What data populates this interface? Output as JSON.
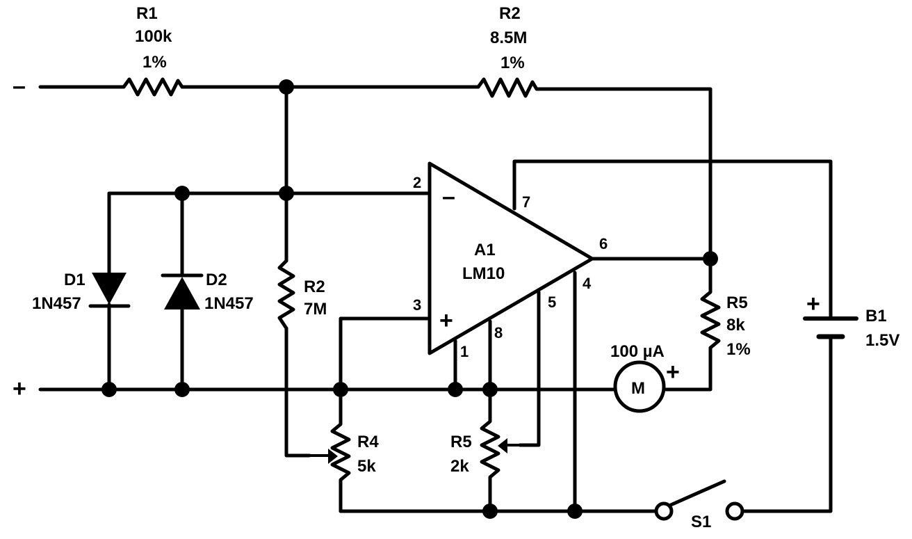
{
  "terminals": {
    "minus": "–",
    "plus": "+"
  },
  "r1": {
    "ref": "R1",
    "value": "100k",
    "tol": "1%"
  },
  "r2_top": {
    "ref": "R2",
    "value": "8.5M",
    "tol": "1%"
  },
  "r2_mid": {
    "ref": "R2",
    "value": "7M"
  },
  "d1": {
    "ref": "D1",
    "part": "1N457"
  },
  "d2": {
    "ref": "D2",
    "part": "1N457"
  },
  "a1": {
    "ref": "A1",
    "part": "LM10",
    "in_minus": "–",
    "in_plus": "+",
    "pin2": "2",
    "pin3": "3",
    "pin7": "7",
    "pin6": "6",
    "pin4": "4",
    "pin5": "5",
    "pin8": "8",
    "pin1": "1"
  },
  "r5_fixed": {
    "ref": "R5",
    "value": "8k",
    "tol": "1%"
  },
  "meter": {
    "range": "100 µA",
    "symbol": "M",
    "polarity": "+"
  },
  "r4": {
    "ref": "R4",
    "value": "5k"
  },
  "r5_pot": {
    "ref": "R5",
    "value": "2k"
  },
  "b1": {
    "ref": "B1",
    "value": "1.5V",
    "polarity": "+"
  },
  "s1": {
    "ref": "S1"
  }
}
